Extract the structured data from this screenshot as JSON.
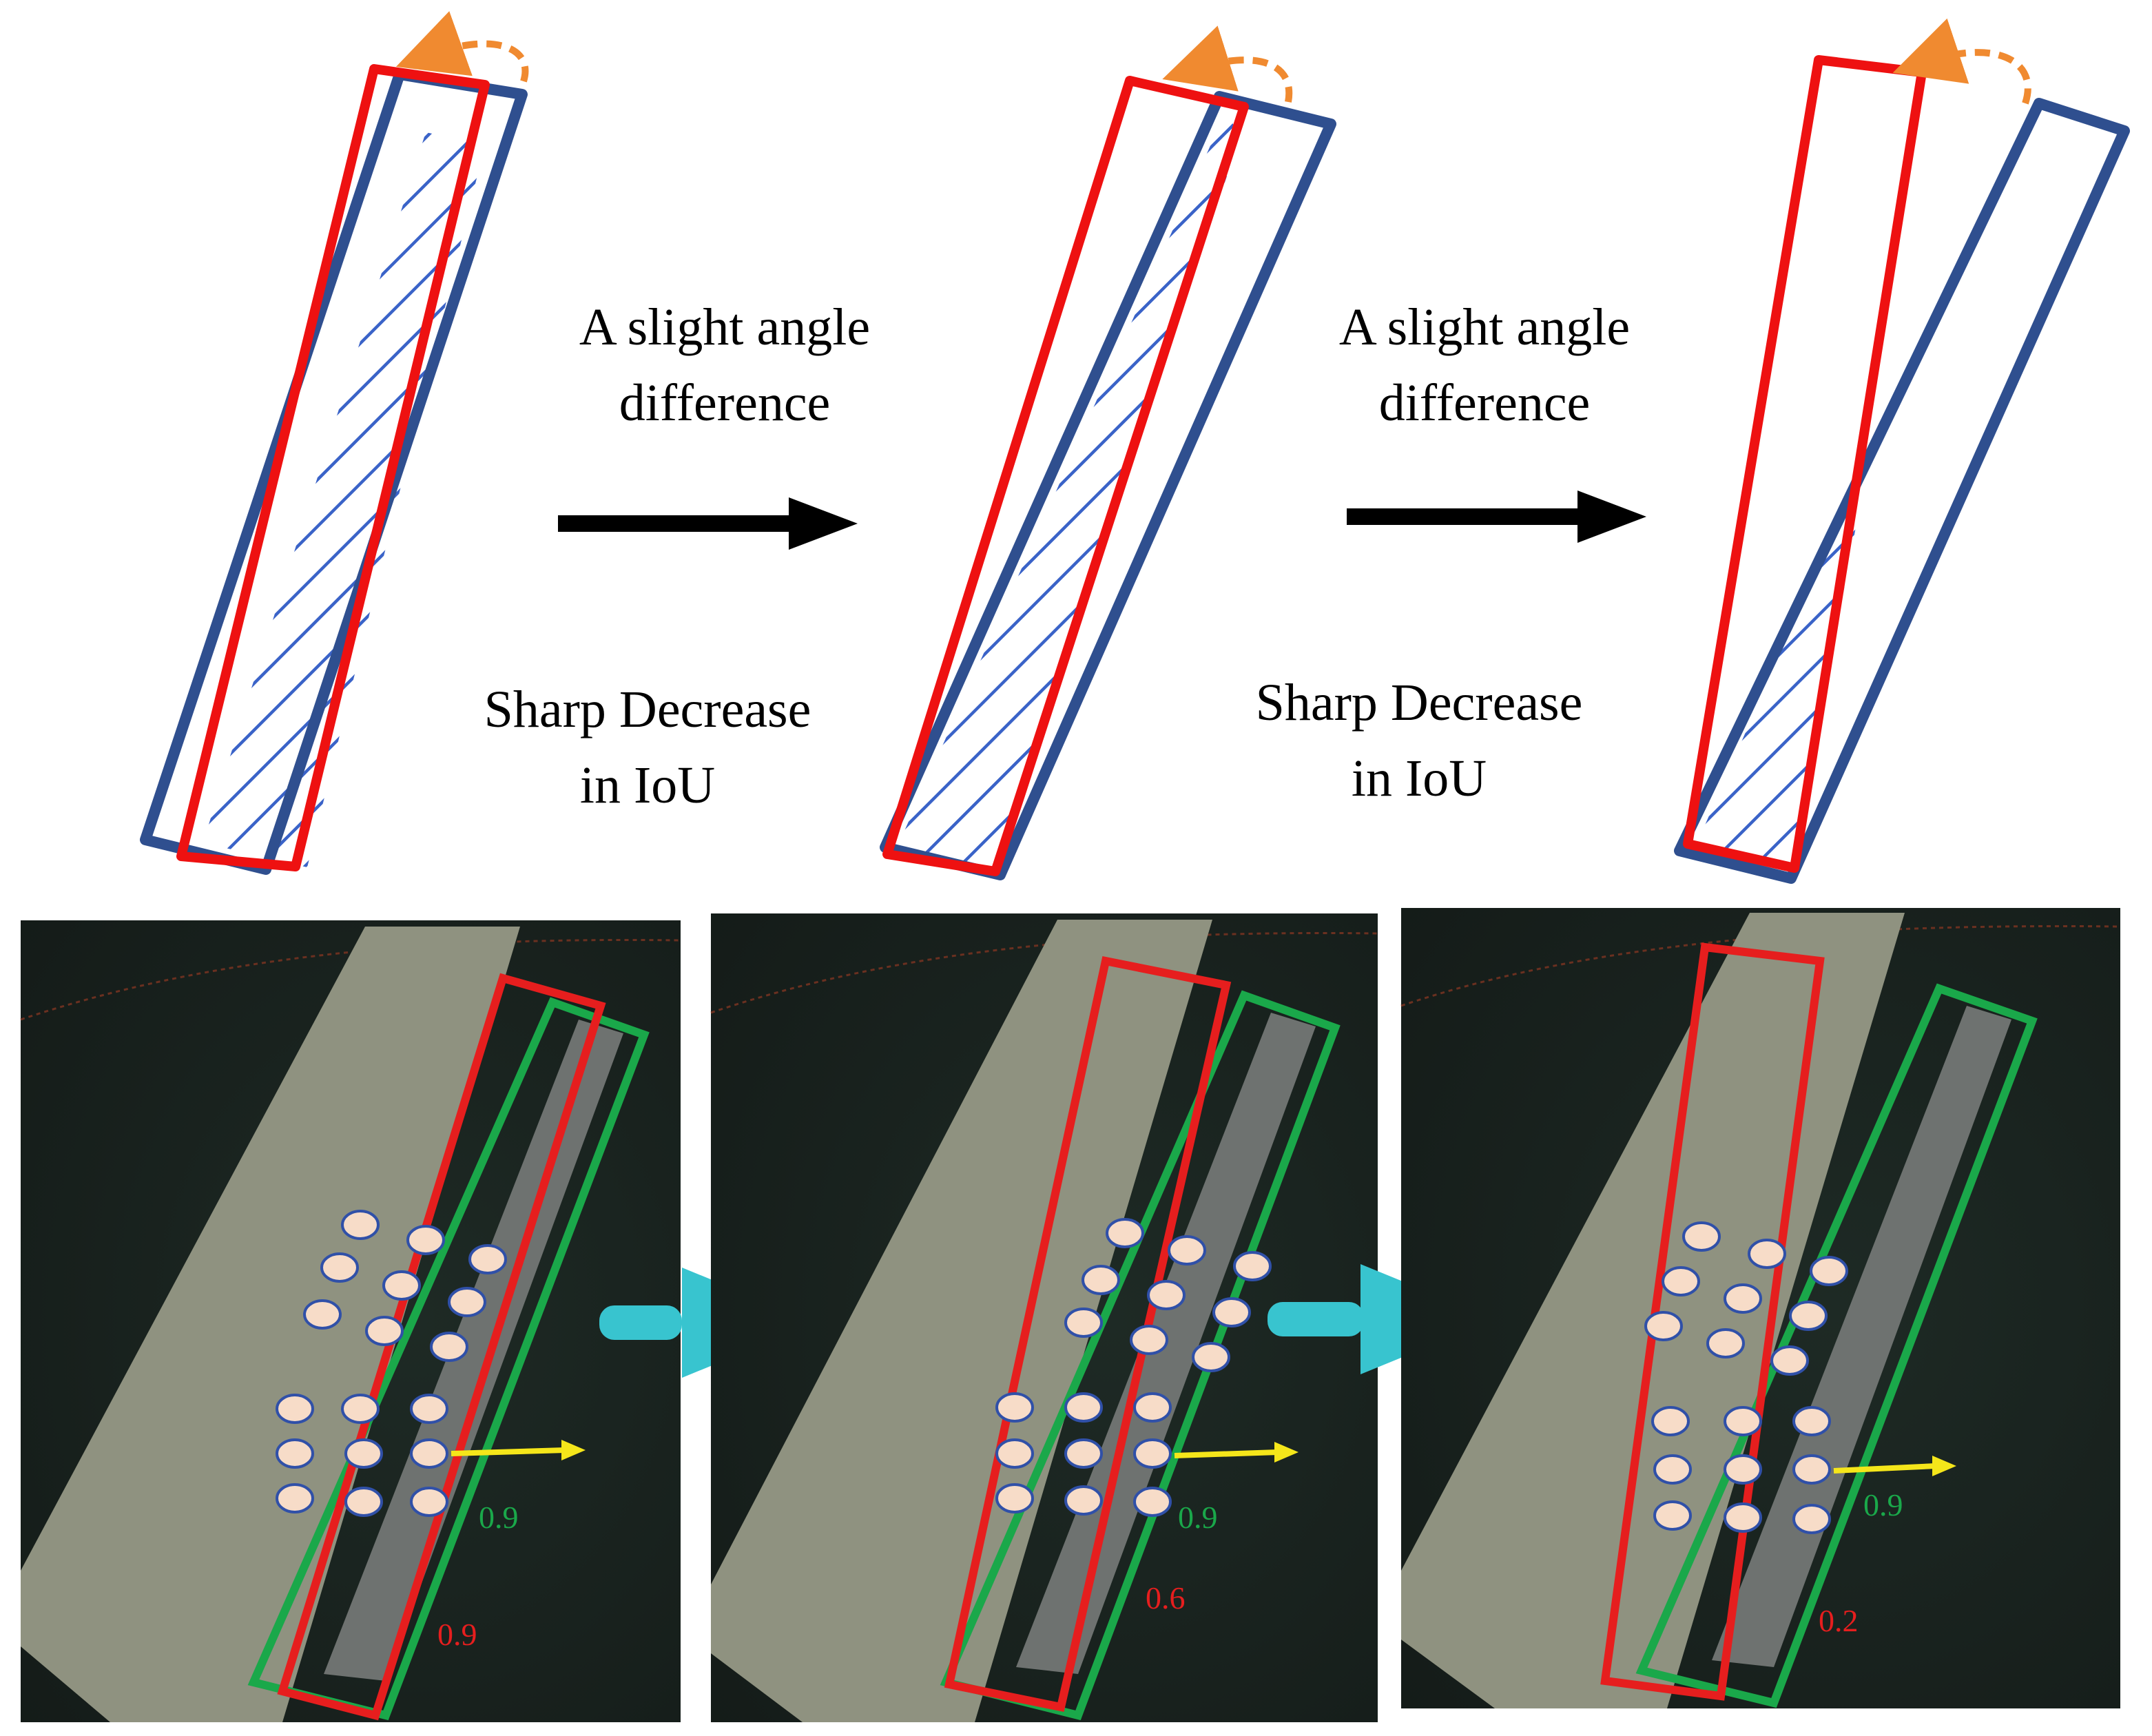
{
  "top_row": {
    "caption_angle_line1": "A slight angle",
    "caption_angle_line2": "difference",
    "caption_iou_line1": "Sharp Decrease",
    "caption_iou_line2": "in IoU"
  },
  "bottom_row": {
    "panels": [
      {
        "green_score": "0.9",
        "red_score": "0.9"
      },
      {
        "green_score": "0.9",
        "red_score": "0.6"
      },
      {
        "green_score": "0.9",
        "red_score": "0.2"
      }
    ]
  },
  "colors": {
    "ground_truth_box": "#2f4f8f",
    "predicted_box_top": "#ee1111",
    "hatch": "#3a63c8",
    "rotation_arrow": "#f08a30",
    "green_box": "#1aa84a",
    "red_box": "#e61e1e",
    "feature_point_fill": "#f7dcc8",
    "feature_point_stroke": "#3050a8",
    "direction_arrow": "#f5e61a",
    "flow_arrow": "#38c4cf",
    "photo_water": "#1a2520",
    "pier": "#8f9280"
  }
}
